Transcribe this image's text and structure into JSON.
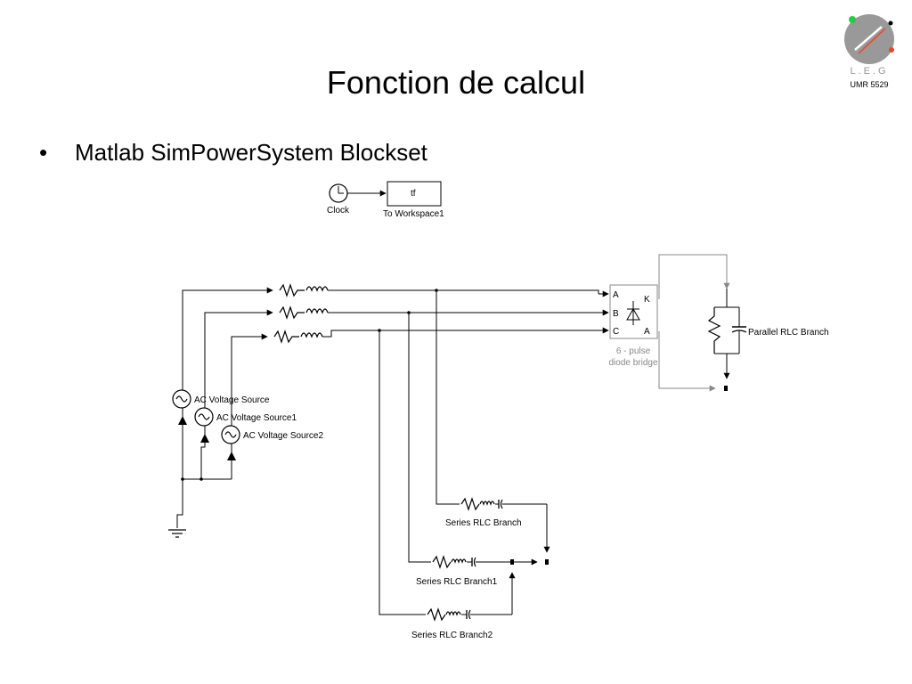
{
  "slide": {
    "title": "Fonction de calcul",
    "bullet_symbol": "•",
    "bullet_text": "Matlab SimPowerSystem Blockset"
  },
  "logo": {
    "letters": "L.E.G",
    "subtitle": "UMR 5529"
  },
  "diagram": {
    "clock_label": "Clock",
    "workspace_block_text": "tf",
    "workspace_label": "To Workspace1",
    "sources": [
      "AC Voltage Source",
      "AC Voltage Source1",
      "AC Voltage Source2"
    ],
    "bridge": {
      "label_line1": "6 - pulse",
      "label_line2": "diode  bridge",
      "port_a": "A",
      "port_b": "B",
      "port_c": "C",
      "port_k": "K",
      "port_anode": "A"
    },
    "parallel_branch_label": "Parallel RLC Branch",
    "series_branches": [
      "Series RLC Branch",
      "Series RLC Branch1",
      "Series RLC Branch2"
    ]
  },
  "colors": {
    "logo_green": "#22cc44",
    "logo_red": "#ee4422",
    "logo_gray": "#888888"
  }
}
